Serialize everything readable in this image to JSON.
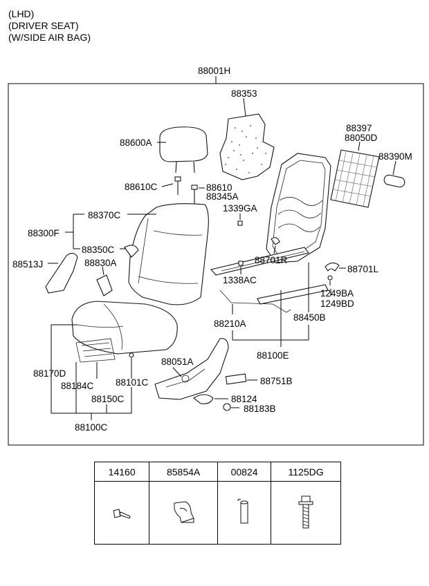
{
  "header": {
    "line1": "(LHD)",
    "line2": "(DRIVER SEAT)",
    "line3": "(W/SIDE AIR BAG)"
  },
  "assembly_label": "88001H",
  "parts": {
    "p88353": "88353",
    "p88397": "88397",
    "p88050D": "88050D",
    "p88390M": "88390M",
    "p88600A": "88600A",
    "p88610C": "88610C",
    "p88610": "88610",
    "p88345A": "88345A",
    "p1339GA": "1339GA",
    "p88300F": "88300F",
    "p88370C": "88370C",
    "p88350C": "88350C",
    "p88513J": "88513J",
    "p88830A": "88830A",
    "p88701R": "88701R",
    "p88701L": "88701L",
    "p1338AC": "1338AC",
    "p1249BA": "1249BA",
    "p1249BD": "1249BD",
    "p88210A": "88210A",
    "p88450B": "88450B",
    "p88100E": "88100E",
    "p88170D": "88170D",
    "p88184C": "88184C",
    "p88101C": "88101C",
    "p88150C": "88150C",
    "p88100C": "88100C",
    "p88051A": "88051A",
    "p88751B": "88751B",
    "p88124": "88124",
    "p88183B": "88183B"
  },
  "legend": {
    "columns": [
      {
        "code": "14160",
        "icon": "bolt-icon"
      },
      {
        "code": "85854A",
        "icon": "clip-icon"
      },
      {
        "code": "00824",
        "icon": "pin-icon"
      },
      {
        "code": "1125DG",
        "icon": "flange-bolt-icon"
      }
    ]
  }
}
